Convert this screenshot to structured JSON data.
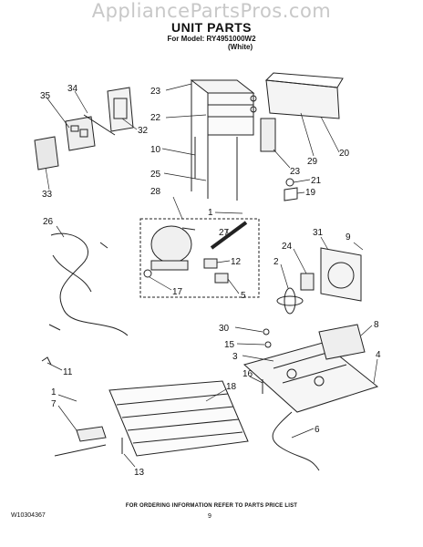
{
  "watermark": "AppliancePartsPros.com",
  "header": {
    "title": "UNIT PARTS",
    "model_line": "For Model: RY4951000W2",
    "color_line": "(White)"
  },
  "callouts": [
    "35",
    "34",
    "32",
    "33",
    "23",
    "22",
    "10",
    "25",
    "28",
    "23",
    "20",
    "29",
    "21",
    "19",
    "26",
    "1",
    "27",
    "12",
    "17",
    "5",
    "31",
    "9",
    "24",
    "2",
    "30",
    "15",
    "3",
    "8",
    "4",
    "11",
    "16",
    "18",
    "6",
    "1",
    "7",
    "13"
  ],
  "footer": {
    "ordering_note": "FOR ORDERING INFORMATION REFER TO PARTS PRICE LIST",
    "doc_id": "W10304367",
    "page_number": "9"
  }
}
